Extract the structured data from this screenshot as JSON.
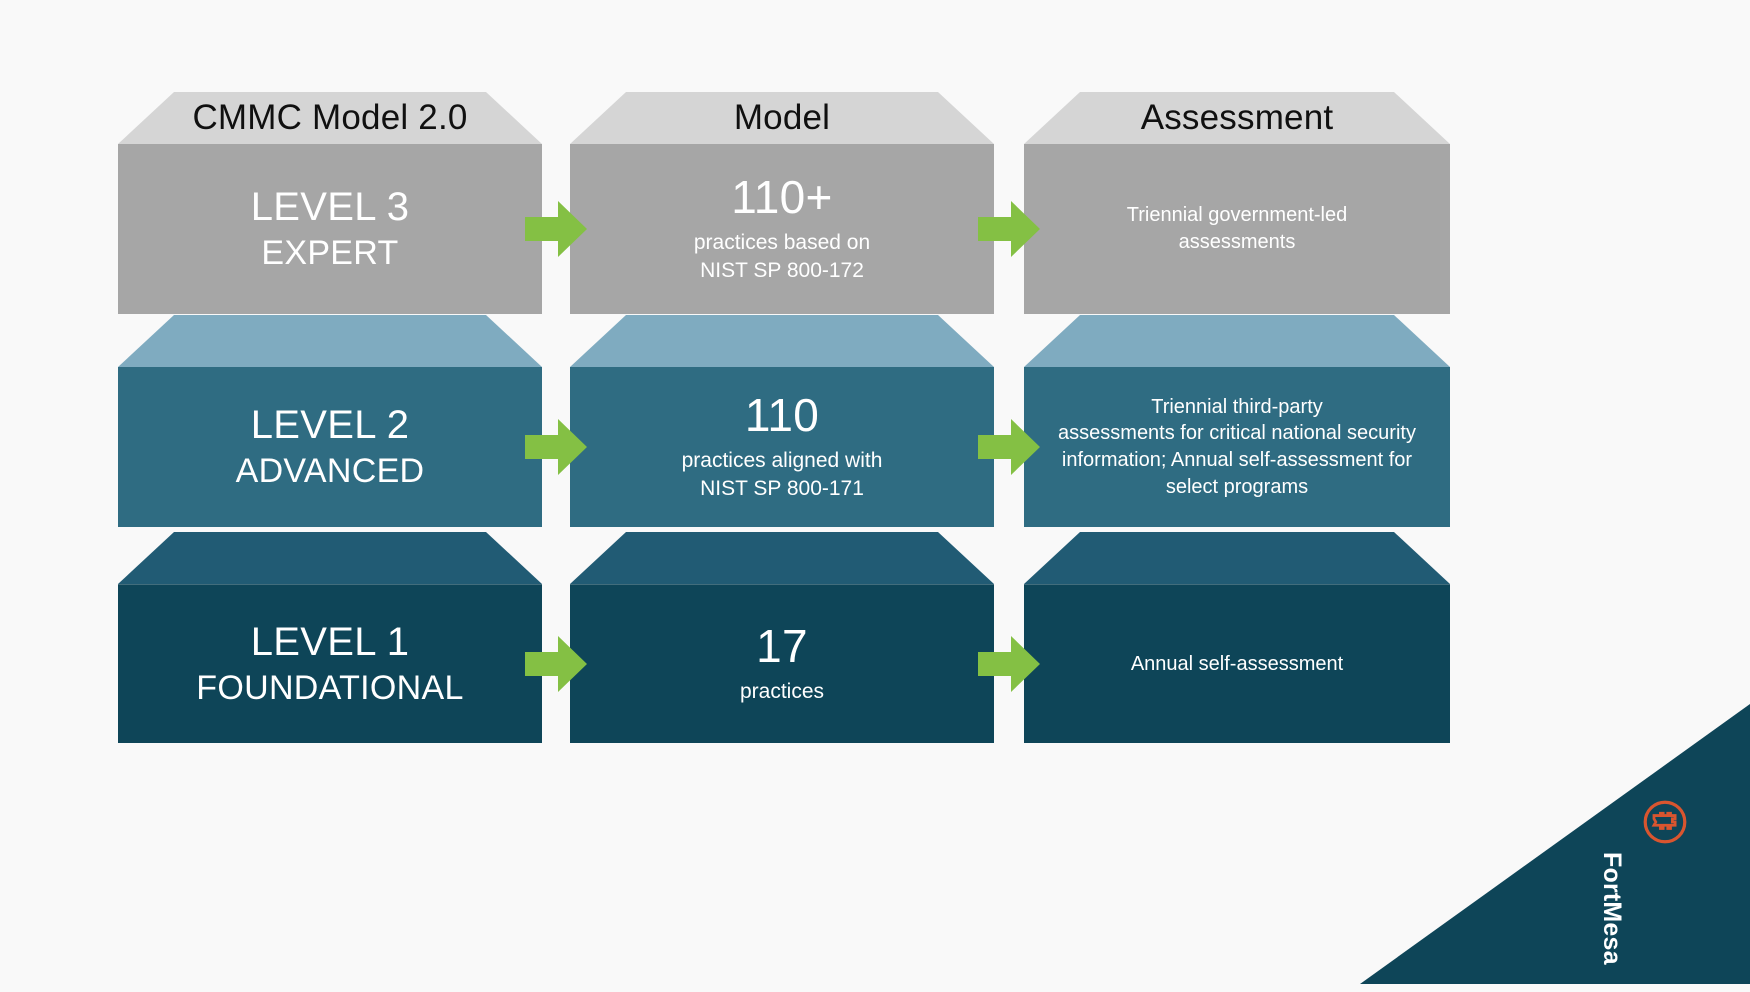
{
  "diagram": {
    "type": "matrix",
    "background_color": "#f9f9f9",
    "columns": [
      {
        "id": "model-2-0",
        "header": "CMMC Model 2.0"
      },
      {
        "id": "model",
        "header": "Model"
      },
      {
        "id": "assessment",
        "header": "Assessment"
      }
    ],
    "rows": [
      {
        "id": "level-3",
        "level_number": "LEVEL 3",
        "level_name": "EXPERT",
        "cap_color": "#d5d5d5",
        "body_color": "#a6a6a6",
        "model": {
          "count": "110+",
          "note": "practices based on\nNIST SP 800-172"
        },
        "assessment": {
          "note": "Triennial government-led\nassessments"
        }
      },
      {
        "id": "level-2",
        "level_number": "LEVEL 2",
        "level_name": "ADVANCED",
        "cap_color": "#7fabc0",
        "body_color": "#2f6c82",
        "model": {
          "count": "110",
          "note": "practices aligned with\nNIST SP 800-171"
        },
        "assessment": {
          "note": "Triennial third-party\nassessments for critical national security\ninformation; Annual self-assessment for\nselect programs"
        }
      },
      {
        "id": "level-1",
        "level_number": "LEVEL 1",
        "level_name": "FOUNDATIONAL",
        "cap_color": "#215b74",
        "body_color": "#0e4558",
        "model": {
          "count": "17",
          "note": "practices"
        },
        "assessment": {
          "note": "Annual self-assessment"
        }
      }
    ],
    "arrow": {
      "icon": "arrow-right-icon",
      "color": "#84c044",
      "count": 6
    }
  },
  "brand": {
    "name": "FortMesa",
    "logo_icon": "fortmesa-fort-logo-icon",
    "logo_color": "#d9552f",
    "corner_color": "#0e4558",
    "text_color": "#ffffff"
  }
}
